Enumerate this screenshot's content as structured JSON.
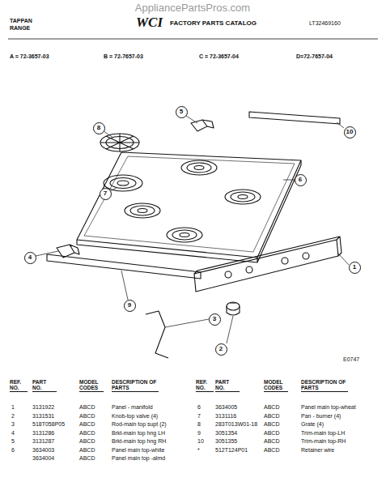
{
  "diagram": {
    "nodes": [
      {
        "text": [
          "8"
        ]
      },
      {
        "text": [
          "5"
        ]
      },
      {
        "text": [
          "10"
        ]
      },
      {
        "text": [
          "7"
        ]
      },
      {
        "text": [
          "6"
        ]
      },
      {
        "text": [
          "4"
        ]
      },
      {
        "text": [
          "9"
        ]
      },
      {
        "text": [
          "1"
        ]
      },
      {
        "text": [
          "3"
        ]
      },
      {
        "text": [
          "2"
        ]
      }
    ],
    "labels": [
      "AppliancePartsPros.com",
      "TAPPAN",
      "RANGE",
      "WCI",
      "FACTORY PARTS CATALOG",
      "LT32469160",
      "A = 72-3657-03",
      "B = 72-7657-03",
      "C = 72-3657-04",
      "D=72-7657-04",
      "E0747",
      "REF. NO.",
      "PART NO.",
      "MODEL CODES",
      "DESCRIPTION OF PARTS",
      "REF. NO.",
      "PART NO.",
      "MODEL CODES",
      "DESCRIPTION OF PARTS",
      "1",
      "3131922",
      "ABCD",
      "Panel - manifold",
      "2",
      "3131531",
      "ABCD",
      "Knob-top valve (4)",
      "3",
      "518T058P05",
      "ABCD",
      "Rod-main top supt (2)",
      "4",
      "3131286",
      "ABCD",
      "Brkt-main top hng LH",
      "5",
      "3131287",
      "ABCD",
      "Brkt-main top hng RH",
      "6",
      "3634003",
      "ABCD",
      "Panel main top-white",
      "3634004",
      "ABCD",
      "Panel main top -almd",
      "6",
      "3634005",
      "ABCD",
      "Panel main top-wheat",
      "7",
      "3131116",
      "ABCD",
      "Pan - burner (4)",
      "8",
      "283T013W01-18",
      "ABCD",
      "Grate (4)",
      "9",
      "3051354",
      "ABCD",
      "Trim-main top-LH",
      "10",
      "3051355",
      "ABCD",
      "Trim-main top-RH",
      "*",
      "512T124P01",
      "ABCD",
      "Retainer wire"
    ]
  }
}
